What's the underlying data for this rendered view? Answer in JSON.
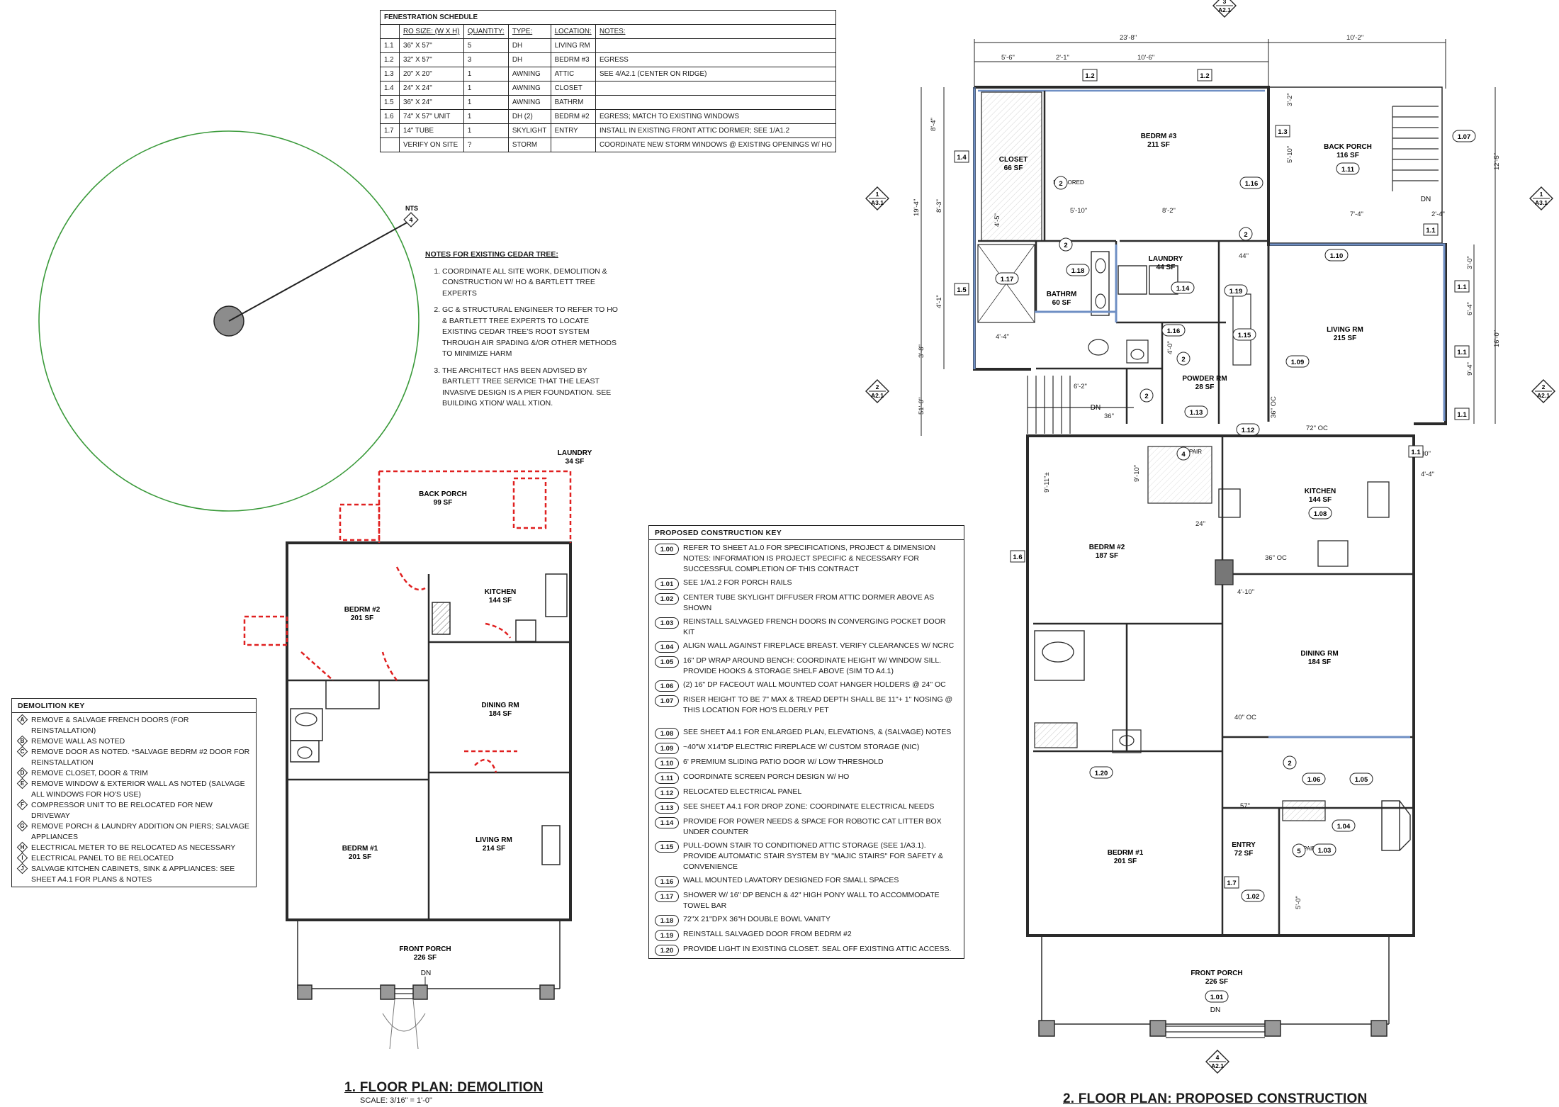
{
  "fenestration_schedule": {
    "title": "FENESTRATION SCHEDULE",
    "headers": [
      "",
      "RO SIZE: (W x H)",
      "QUANTITY:",
      "TYPE:",
      "LOCATION:",
      "NOTES:"
    ],
    "rows": [
      [
        "1.1",
        "36\" x 57\"",
        "5",
        "DH",
        "LIVING RM",
        ""
      ],
      [
        "1.2",
        "32\" x 57\"",
        "3",
        "DH",
        "BEDRM #3",
        "EGRESS"
      ],
      [
        "1.3",
        "20\" x 20\"",
        "1",
        "AWNING",
        "ATTIC",
        "SEE 4/A2.1 (CENTER ON RIDGE)"
      ],
      [
        "1.4",
        "24\" x 24\"",
        "1",
        "AWNING",
        "CLOSET",
        ""
      ],
      [
        "1.5",
        "36\" x 24\"",
        "1",
        "AWNING",
        "BATHRM",
        ""
      ],
      [
        "1.6",
        "74\" x 57\" UNIT",
        "1",
        "DH (2)",
        "BEDRM #2",
        "EGRESS; MATCH TO EXISTING WINDOWS"
      ],
      [
        "1.7",
        "14\" TUBE",
        "1",
        "SKYLIGHT",
        "ENTRY",
        "INSTALL IN EXISTING FRONT ATTIC DORMER; SEE 1/A1.2"
      ],
      [
        "",
        "VERIFY ON SITE",
        "?",
        "STORM",
        "",
        "COORDINATE NEW STORM WINDOWS @ EXISTING OPENINGS W/ HO"
      ]
    ]
  },
  "tree_notes": {
    "nts_label": "NTS",
    "tree_tag": "4",
    "title": "NOTES FOR EXISTING CEDAR TREE:",
    "items": [
      "COORDINATE ALL SITE WORK, DEMOLITION & CONSTRUCTION W/ HO & BARTLETT TREE EXPERTS",
      "GC & STRUCTURAL ENGINEER TO REFER TO HO & BARTLETT TREE EXPERTS TO LOCATE EXISTING CEDAR TREE'S ROOT SYSTEM THROUGH AIR SPADING &/OR OTHER METHODS TO MINIMIZE HARM",
      "THE ARCHITECT HAS BEEN ADVISED BY BARTLETT TREE SERVICE THAT THE LEAST INVASIVE DESIGN IS A PIER FOUNDATION. SEE BUILDING XTION/ WALL XTION."
    ]
  },
  "demolition_key": {
    "title": "DEMOLITION KEY",
    "items": [
      {
        "tag": "A",
        "text": "REMOVE & SALVAGE FRENCH DOORS (FOR REINSTALLATION)"
      },
      {
        "tag": "B",
        "text": "REMOVE WALL AS NOTED"
      },
      {
        "tag": "C",
        "text": "REMOVE DOOR AS NOTED. *SALVAGE BEDRM #2 DOOR FOR REINSTALLATION"
      },
      {
        "tag": "D",
        "text": "REMOVE CLOSET, DOOR & TRIM"
      },
      {
        "tag": "E",
        "text": "REMOVE WINDOW & EXTERIOR WALL AS NOTED (SALVAGE ALL WINDOWS FOR HO's USE)"
      },
      {
        "tag": "F",
        "text": "COMPRESSOR UNIT TO BE RELOCATED FOR NEW DRIVEWAY"
      },
      {
        "tag": "G",
        "text": "REMOVE PORCH & LAUNDRY ADDITION ON PIERS; SALVAGE APPLIANCES"
      },
      {
        "tag": "H",
        "text": "ELECTRICAL METER TO BE RELOCATED AS NECESSARY"
      },
      {
        "tag": "I",
        "text": "ELECTRICAL PANEL TO BE RELOCATED"
      },
      {
        "tag": "J",
        "text": "SALVAGE KITCHEN CABINETS, SINK & APPLIANCES: SEE SHEET A4.1 FOR PLANS & NOTES"
      }
    ]
  },
  "proposed_key": {
    "title": "PROPOSED CONSTRUCTION KEY",
    "items": [
      {
        "tag": "1.00",
        "text": "REFER TO SHEET A1.0 FOR SPECIFICATIONS, PROJECT & DIMENSION NOTES: INFORMATION IS PROJECT SPECIFIC & NECESSARY FOR SUCCESSFUL COMPLETION OF THIS CONTRACT"
      },
      {
        "tag": "1.01",
        "text": "SEE 1/A1.2 FOR PORCH RAILS"
      },
      {
        "tag": "1.02",
        "text": "CENTER TUBE SKYLIGHT DIFFUSER FROM ATTIC DORMER ABOVE AS SHOWN"
      },
      {
        "tag": "1.03",
        "text": "REINSTALL SALVAGED FRENCH DOORS IN CONVERGING POCKET DOOR KIT"
      },
      {
        "tag": "1.04",
        "text": "ALIGN WALL AGAINST FIREPLACE BREAST. VERIFY CLEARANCES W/ NCRC"
      },
      {
        "tag": "1.05",
        "text": "16\" DP WRAP AROUND BENCH: COORDINATE HEIGHT W/ WINDOW SILL. PROVIDE HOOKS & STORAGE SHELF ABOVE (SIM TO A4.1)"
      },
      {
        "tag": "1.06",
        "text": "(2) 16\" DP FACEOUT WALL MOUNTED COAT HANGER HOLDERS @ 24\" OC"
      },
      {
        "tag": "1.07",
        "text": "RISER HEIGHT TO BE 7\" MAX & TREAD DEPTH SHALL BE 11\"+ 1\" NOSING @ THIS LOCATION FOR HO'S ELDERLY PET"
      },
      {
        "tag": "1.08",
        "text": "SEE SHEET A4.1 FOR ENLARGED PLAN, ELEVATIONS, & (SALVAGE) NOTES"
      },
      {
        "tag": "1.09",
        "text": "~40\"W x14\"DP ELECTRIC FIREPLACE W/ CUSTOM STORAGE (NIC)"
      },
      {
        "tag": "1.10",
        "text": "6' PREMIUM SLIDING PATIO DOOR W/ LOW THRESHOLD"
      },
      {
        "tag": "1.11",
        "text": "COORDINATE SCREEN PORCH DESIGN W/ HO"
      },
      {
        "tag": "1.12",
        "text": "RELOCATED ELECTRICAL PANEL"
      },
      {
        "tag": "1.13",
        "text": "SEE SHEET A4.1 FOR DROP ZONE: COORDINATE ELECTRICAL NEEDS"
      },
      {
        "tag": "1.14",
        "text": "PROVIDE FOR POWER NEEDS & SPACE FOR ROBOTIC CAT LITTER BOX UNDER COUNTER"
      },
      {
        "tag": "1.15",
        "text": "PULL-DOWN STAIR TO CONDITIONED ATTIC STORAGE (SEE 1/A3.1). PROVIDE AUTOMATIC STAIR SYSTEM BY \"MAJIC STAIRS\" FOR SAFETY & CONVENIENCE"
      },
      {
        "tag": "1.16",
        "text": "WALL MOUNTED LAVATORY DESIGNED FOR SMALL SPACES"
      },
      {
        "tag": "1.17",
        "text": "SHOWER W/ 16\" DP BENCH & 42\" HIGH PONY WALL TO ACCOMMODATE TOWEL BAR"
      },
      {
        "tag": "1.18",
        "text": "72\"x 21\"DPx 36\"H DOUBLE BOWL VANITY"
      },
      {
        "tag": "1.19",
        "text": "REINSTALL SALVAGED DOOR FROM BEDRM #2"
      },
      {
        "tag": "1.20",
        "text": "PROVIDE LIGHT IN EXISTING CLOSET. SEAL OFF EXISTING ATTIC ACCESS."
      }
    ]
  },
  "plan1": {
    "title": "1. FLOOR PLAN: DEMOLITION",
    "scale": "SCALE: 3/16\" = 1'-0\"",
    "rooms": [
      {
        "name": "LAUNDRY",
        "area": "34 SF"
      },
      {
        "name": "BACK PORCH",
        "area": "99 SF"
      },
      {
        "name": "BEDRM #2",
        "area": "201 SF"
      },
      {
        "name": "KITCHEN",
        "area": "144 SF"
      },
      {
        "name": "DINING RM",
        "area": "184 SF"
      },
      {
        "name": "BEDRM #1",
        "area": "201 SF"
      },
      {
        "name": "LIVING RM",
        "area": "214 SF"
      },
      {
        "name": "FRONT PORCH",
        "area": "226 SF"
      }
    ],
    "dn_label": "DN"
  },
  "plan2": {
    "title": "2. FLOOR PLAN: PROPOSED CONSTRUCTION",
    "rooms": [
      {
        "name": "CLOSET",
        "area": "66 SF"
      },
      {
        "name": "BEDRM #3",
        "area": "211 SF"
      },
      {
        "name": "BACK PORCH",
        "area": "116 SF"
      },
      {
        "name": "LAUNDRY",
        "area": "44 SF"
      },
      {
        "name": "BATHRM",
        "area": "60 SF"
      },
      {
        "name": "POWDER RM",
        "area": "28 SF"
      },
      {
        "name": "LIVING RM",
        "area": "215 SF"
      },
      {
        "name": "KITCHEN",
        "area": "144 SF"
      },
      {
        "name": "BEDRM #2",
        "area": "187 SF"
      },
      {
        "name": "DINING RM",
        "area": "184 SF"
      },
      {
        "name": "BEDRM #1",
        "area": "201 SF"
      },
      {
        "name": "ENTRY",
        "area": "72 SF"
      },
      {
        "name": "FRONT PORCH",
        "area": "226 SF"
      }
    ],
    "dims": {
      "d_23_8": "23'-8\"",
      "d_10_2": "10'-2\"",
      "d_5_6": "5'-6\"",
      "d_2_1": "2'-1\"",
      "d_10_6": "10'-6\"",
      "d_8_4": "8'-4\"",
      "d_19_4": "19'-4\"",
      "d_8_3": "8'-3\"",
      "d_4_1": "4'-1\"",
      "d_3_8": "3'-8\"",
      "d_51_0": "51'-0\"",
      "d_5_10": "5'-10\"",
      "d_8_2": "8'-2\"",
      "d_7_4": "7'-4\"",
      "d_2_4": "2'-4\"",
      "d_12_5": "12'-5\"",
      "d_16_0": "16'-0\"",
      "d_3_0": "3'-0\"",
      "d_6_4": "6'-4\"",
      "d_9_4": "9'-4\"",
      "d_4_4": "4'-4\"",
      "d_6_2": "6'-2\"",
      "d_44": "44\"",
      "d_72oc": "72\" OC",
      "d_36oc": "36\" OC",
      "d_40oc": "40\" OC",
      "d_36": "36\"",
      "d_24": "24\"",
      "d_57": "57\"",
      "d_4_10": "4'-10\"",
      "d_9_11": "9'-11\"±",
      "d_9_10": "9'-10\"",
      "d_5_0": "5'-0\"",
      "d_3_2": "3'-2\"",
      "d_5_10b": "5'-10\"",
      "d_4_5": "4'-5\"",
      "d_30": "30\"",
      "d_36ocv": "36\" OC",
      "d_4_4b": "4'-4\"",
      "d_4_0": "4'-0\""
    },
    "labels": {
      "mirrored": "MIRRORED",
      "pair": "PAIR",
      "dn": "DN",
      "dn2": "DN"
    },
    "section_tags": [
      {
        "num": "1",
        "sheet": "A3.1"
      },
      {
        "num": "1",
        "sheet": "A3.1"
      },
      {
        "num": "2",
        "sheet": "A2.1"
      },
      {
        "num": "2",
        "sheet": "A2.1"
      },
      {
        "num": "4",
        "sheet": "A2.1"
      },
      {
        "num": "3",
        "sheet": "A2.1"
      }
    ],
    "callouts": {
      "c112": "1.2",
      "c112b": "1.2",
      "c113": "1.3",
      "c114": "1.4",
      "c115": "1.5",
      "c116": "1.6",
      "c117": "1.7",
      "c111": "1.1",
      "c111b": "1.1",
      "c111c": "1.1",
      "c111d": "1.1",
      "c111e": "1.1",
      "p107": "1.07",
      "p111": "1.11",
      "p116": "1.16",
      "p110": "1.10",
      "p117": "1.17",
      "p118": "1.18",
      "p114": "1.14",
      "p119": "1.19",
      "p116b": "1.16",
      "p115": "1.15",
      "p109": "1.09",
      "p113": "1.13",
      "p112": "1.12",
      "p108": "1.08",
      "p120": "1.20",
      "p106": "1.06",
      "p105": "1.05",
      "p104": "1.04",
      "p103": "1.03",
      "p102": "1.02",
      "p101": "1.01",
      "d2": "2",
      "d2b": "2",
      "d2c": "2",
      "d2d": "2",
      "d2e": "2",
      "d2f": "2",
      "d4": "4",
      "d5": "5"
    }
  },
  "colors": {
    "demolition": "#e02020",
    "proposed_wall": "#6f8fc4",
    "tree_circle": "#3a9a3a",
    "tree_fill": "#8c8c8c",
    "wall": "#2a2a2a"
  }
}
